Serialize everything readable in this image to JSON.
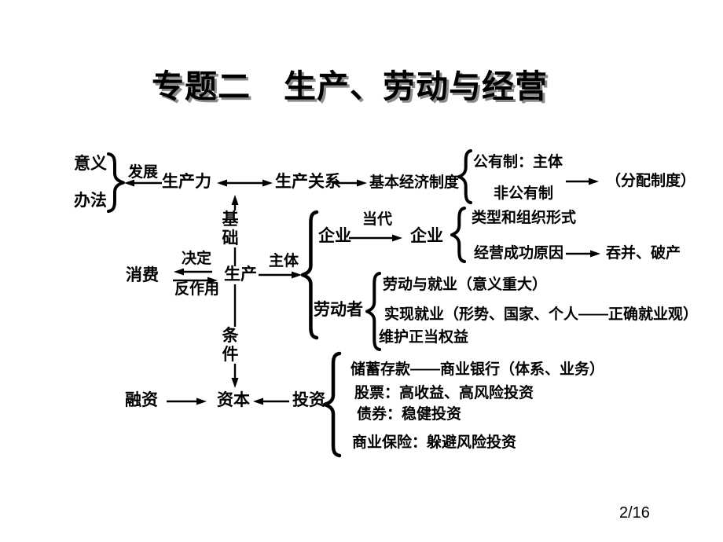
{
  "title": "专题二　生产、劳动与经营",
  "page_indicator": "2/16",
  "colors": {
    "background": "#ffffff",
    "text": "#000000",
    "title_shadow": "#8c8c8c"
  },
  "nodes": {
    "meaning": "意义",
    "method": "办法",
    "development": "发展",
    "productive_forces": "生产力",
    "production_relations": "生产关系",
    "basic_economic_system": "基本经济制度",
    "public_ownership": "公有制：主体",
    "non_public_ownership": "非公有制",
    "distribution_system": "（分配制度）",
    "foundation": "基础",
    "determines": "决定",
    "consumption": "消费",
    "counteraction": "反作用",
    "production": "生产",
    "main_body": "主体",
    "enterprise": "企业",
    "contemporary": "当代",
    "enterprise_modern": "企业",
    "type_and_org_form": "类型和组织形式",
    "success_reason": "经营成功原因",
    "merger_bankruptcy": "吞并、破产",
    "laborer": "劳动者",
    "labor_and_employment": "劳动与就业（意义重大）",
    "achieve_employment": "实现就业（形势、国家、个人——正确就业观）",
    "protect_rights": "维护正当权益",
    "condition": "条件",
    "financing": "融资",
    "capital": "资本",
    "investment": "投资",
    "savings_deposit": "储蓄存款——商业银行（体系、业务）",
    "stocks": "股票：高收益、高风险投资",
    "bonds": "债券：稳健投资",
    "commercial_insurance": "商业保险：躲避风险投资"
  }
}
